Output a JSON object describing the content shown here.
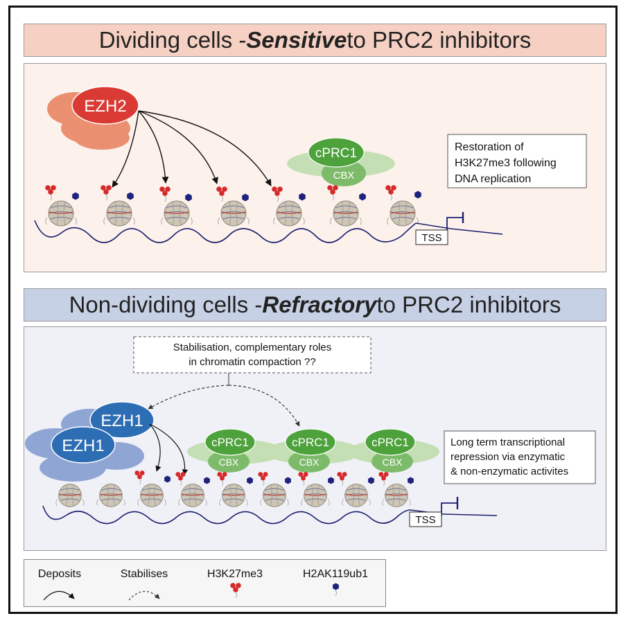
{
  "header_top": {
    "prefix": "Dividing cells - ",
    "emphasis": "Sensitive",
    "suffix": " to PRC2 inhibitors"
  },
  "header_bottom": {
    "prefix": "Non-dividing cells - ",
    "emphasis": "Refractory",
    "suffix": " to PRC2 inhibitors"
  },
  "panel_top": {
    "enzyme": "EZH2",
    "complex_label": "cPRC1",
    "cbx_label": "CBX",
    "tss_label": "TSS",
    "note_lines": [
      "Restoration of",
      "H3K27me3 following",
      "DNA replication"
    ]
  },
  "panel_bottom": {
    "enzyme_a": "EZH1",
    "enzyme_b": "EZH1",
    "complex_label": "cPRC1",
    "cbx_label": "CBX",
    "tss_label": "TSS",
    "question_lines": [
      "Stabilisation, complementary roles",
      "in chromatin compaction ??"
    ],
    "note_lines": [
      "Long term transcriptional",
      "repression via enzymatic",
      "& non-enzymatic activites"
    ]
  },
  "legend": {
    "deposits": "Deposits",
    "stabilises": "Stabilises",
    "h3k27me3": "H3K27me3",
    "h2ak119ub1": "H2AK119ub1"
  },
  "colors": {
    "ezh2_red": "#d93a34",
    "ezh2_halo": "#eb8f71",
    "ezh1_blue": "#2c6db4",
    "ezh1_halo": "#8fa6d4",
    "prc1_green": "#5aaa4a",
    "prc1_halo": "#c4dfb4",
    "mark_red": "#d52a2a",
    "ub_navy": "#1f237e",
    "dna": "#1a1f6e"
  }
}
